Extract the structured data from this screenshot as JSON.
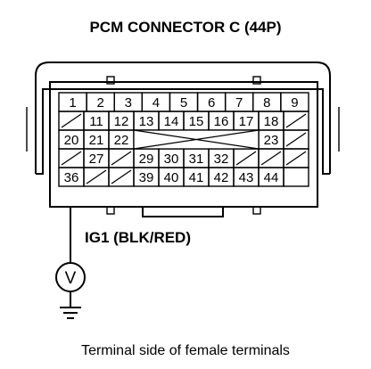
{
  "title": "PCM CONNECTOR C (44P)",
  "connector": {
    "rows": [
      [
        "1",
        "2",
        "3",
        "4",
        "5",
        "6",
        "7",
        "8",
        "9"
      ],
      [
        "",
        "11",
        "12",
        "13",
        "14",
        "15",
        "16",
        "17",
        "18",
        ""
      ],
      [
        "20",
        "21",
        "22",
        "",
        "",
        "",
        "",
        "",
        "23",
        "",
        ""
      ],
      [
        "",
        "27",
        "",
        "29",
        "30",
        "31",
        "32",
        "",
        "",
        ""
      ],
      [
        "36",
        "",
        "",
        "39",
        "40",
        "41",
        "42",
        "43",
        "44"
      ]
    ]
  },
  "wire_label": "IG1 (BLK/RED)",
  "meter_symbol": "V",
  "caption": "Terminal side of female terminals"
}
